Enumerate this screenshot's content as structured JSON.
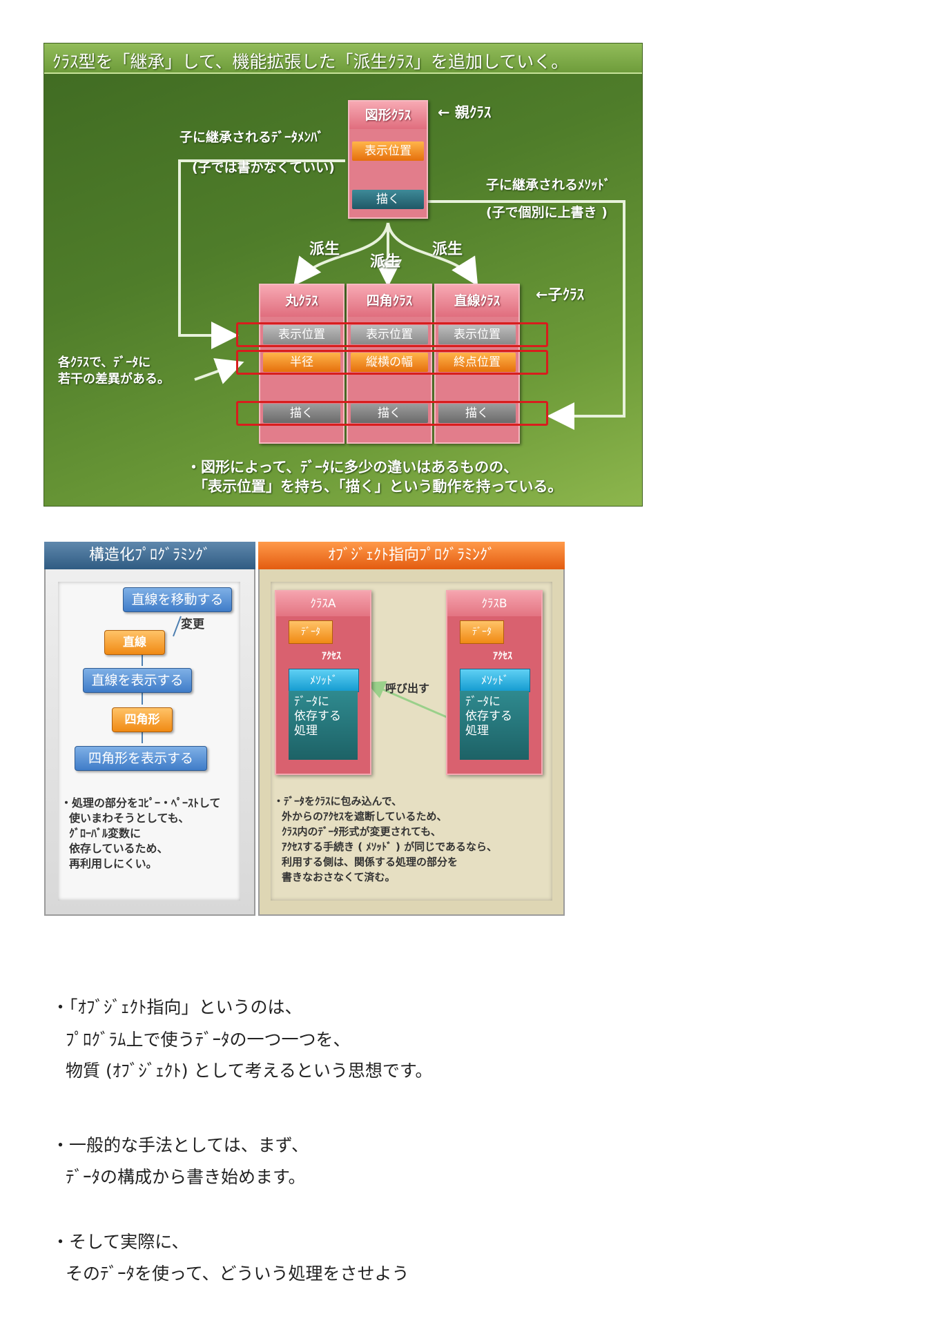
{
  "diagram1": {
    "title": "ｸﾗｽ型を「継承」して、機能拡張した「派生ｸﾗｽ」を追加していく。",
    "parent_class": {
      "name": "図形ｸﾗｽ",
      "field": "表示位置",
      "method": "描く",
      "tag": "← 親ｸﾗｽ"
    },
    "left_note": {
      "line1": "子に継承されるﾃﾞｰﾀﾒﾝﾊﾞ",
      "line2": "(子では書かなくていい)"
    },
    "right_note": {
      "line1": "子に継承されるﾒｿｯﾄﾞ",
      "line2": "(子で個別に上書き )"
    },
    "derive_labels": [
      "派生",
      "派生",
      "派生"
    ],
    "child_tag": "←子ｸﾗｽ",
    "children": [
      {
        "name": "丸ｸﾗｽ",
        "pos": "表示位置",
        "data": "半径",
        "method": "描く"
      },
      {
        "name": "四角ｸﾗｽ",
        "pos": "表示位置",
        "data": "縦横の幅",
        "method": "描く"
      },
      {
        "name": "直線ｸﾗｽ",
        "pos": "表示位置",
        "data": "終点位置",
        "method": "描く"
      }
    ],
    "diff_note": {
      "line1": "各ｸﾗｽで、ﾃﾞｰﾀに",
      "line2": "若干の差異がある。"
    },
    "summary": {
      "line1": "・図形によって、ﾃﾞｰﾀに多少の違いはあるものの、",
      "line2": "「表示位置」を持ち、「描く」という動作を持っている。"
    }
  },
  "diagram2": {
    "left_header": "構造化ﾌﾟﾛｸﾞﾗﾐﾝｸﾞ",
    "right_header": "ｵﾌﾞｼﾞｪｸﾄ指向ﾌﾟﾛｸﾞﾗﾐﾝｸﾞ",
    "left": {
      "move_line": "直線を移動する",
      "change": "変更",
      "line": "直線",
      "show_line": "直線を表示する",
      "rect": "四角形",
      "show_rect": "四角形を表示する",
      "notes": [
        "・処理の部分をｺﾋﾟｰ・ﾍﾟｰｽﾄして",
        "使いまわそうとしても、",
        "ｸﾞﾛｰﾊﾞﾙ変数に",
        "依存しているため、",
        "再利用しにくい。"
      ]
    },
    "right": {
      "class_a": "ｸﾗｽA",
      "class_b": "ｸﾗｽB",
      "data": "ﾃﾞｰﾀ",
      "access": "ｱｸｾｽ",
      "method": "ﾒｿｯﾄﾞ",
      "process": "ﾃﾞｰﾀに\n依存する\n処理",
      "call": "呼び出す",
      "notes": [
        "・ﾃﾞｰﾀをｸﾗｽに包み込んで、",
        "外からのｱｸｾｽを遮断しているため、",
        "ｸﾗｽ内のﾃﾞｰﾀ形式が変更されても、",
        "ｱｸｾｽする手続き ( ﾒｿｯﾄﾞ ) が同じであるなら、",
        "利用する側は、関係する処理の部分を",
        "書きなおさなくて済む。"
      ]
    }
  },
  "body_text": [
    "・「ｵﾌﾞｼﾞｪｸﾄ指向」というのは、",
    "ﾌﾟﾛｸﾞﾗﾑ上で使うﾃﾞｰﾀの一つ一つを、",
    "物質 (ｵﾌﾞｼﾞｪｸﾄ) として考えるという思想です。",
    "・一般的な手法としては、まず、",
    "ﾃﾞｰﾀの構成から書き始めます。",
    "・そして実際に、",
    "そのﾃﾞｰﾀを使って、どういう処理をさせよう"
  ]
}
